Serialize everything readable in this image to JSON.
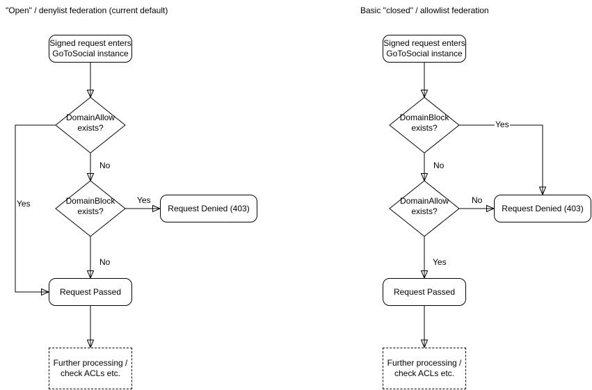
{
  "colors": {
    "background": "#ffffff",
    "stroke": "#000000",
    "text": "#000000"
  },
  "diagrams": [
    {
      "title": "\"Open\" / denylist federation (current default)",
      "start": {
        "line1": "Signed request enters",
        "line2": "GoToSocial instance"
      },
      "decision1": {
        "line1": "DomainAllow",
        "line2": "exists?"
      },
      "decision1_no_label": "No",
      "decision1_yes_label": "Yes",
      "decision2": {
        "line1": "DomainBlock",
        "line2": "exists?"
      },
      "decision2_yes_label": "Yes",
      "decision2_no_label": "No",
      "denied": "Request Denied (403)",
      "passed": "Request Passed",
      "further": {
        "line1": "Further processing /",
        "line2": "check ACLs etc."
      }
    },
    {
      "title": "Basic \"closed\" / allowlist federation",
      "start": {
        "line1": "Signed request enters",
        "line2": "GoToSocial instance"
      },
      "decision1": {
        "line1": "DomainBlock",
        "line2": "exists?"
      },
      "decision1_yes_label": "Yes",
      "decision1_no_label": "No",
      "decision2": {
        "line1": "DomainAllow",
        "line2": "exists?"
      },
      "decision2_no_label": "No",
      "decision2_yes_label": "Yes",
      "denied": "Request Denied (403)",
      "passed": "Request Passed",
      "further": {
        "line1": "Further processing /",
        "line2": "check ACLs etc."
      }
    }
  ]
}
